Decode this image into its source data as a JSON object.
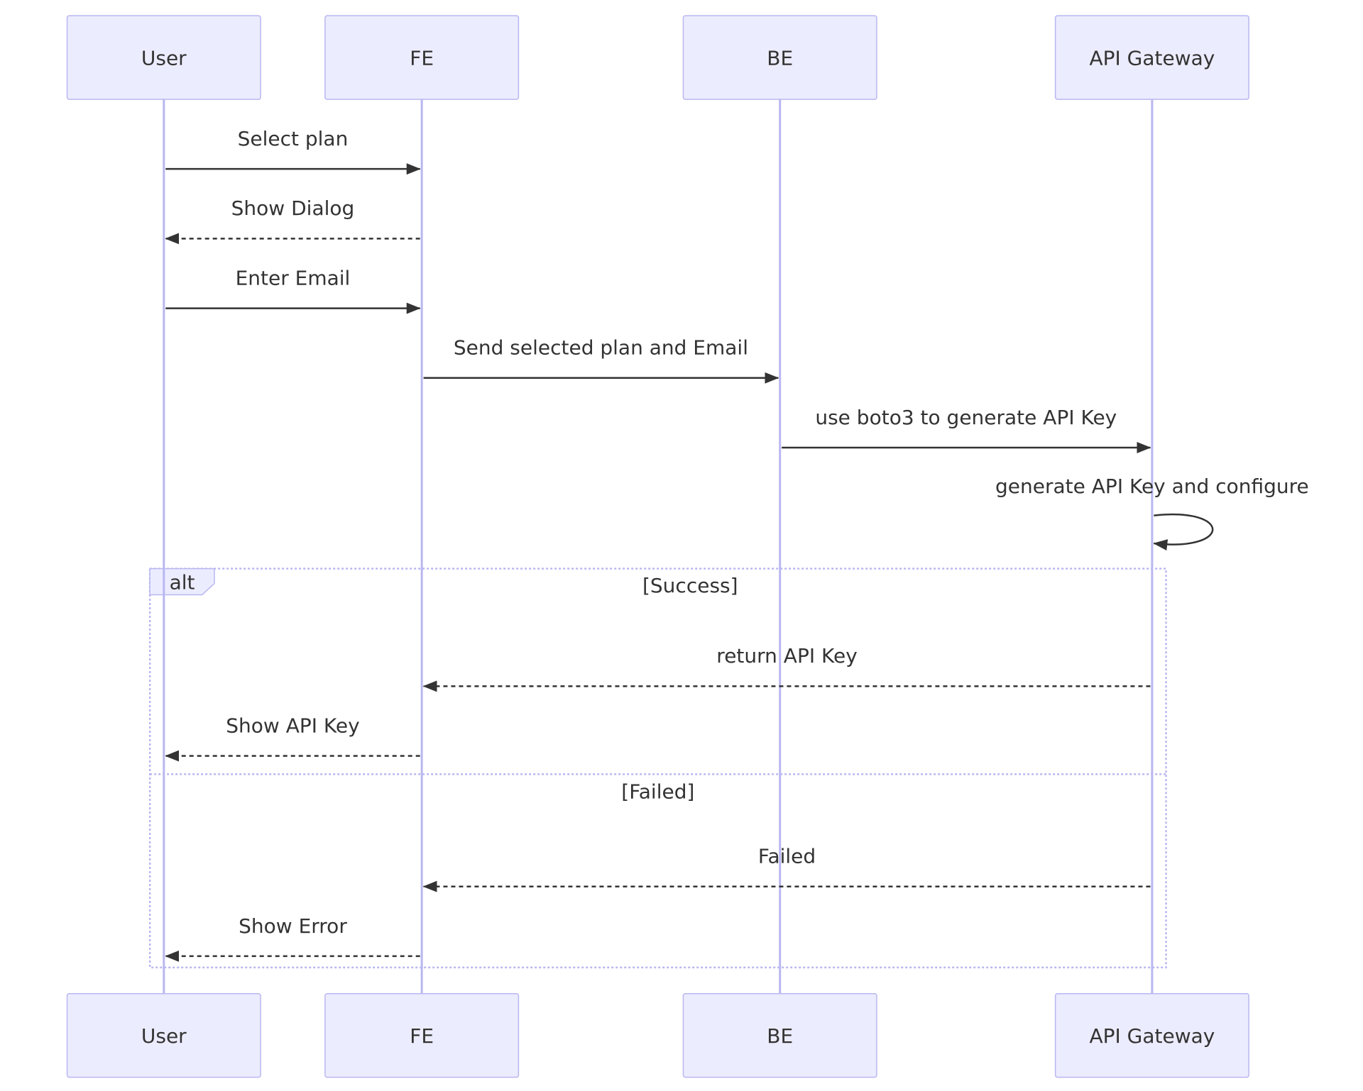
{
  "participants": [
    {
      "id": "user",
      "label": "User"
    },
    {
      "id": "fe",
      "label": "FE"
    },
    {
      "id": "be",
      "label": "BE"
    },
    {
      "id": "gw",
      "label": "API Gateway"
    }
  ],
  "messages": [
    {
      "from": "user",
      "to": "fe",
      "label": "Select plan",
      "style": "solid"
    },
    {
      "from": "fe",
      "to": "user",
      "label": "Show Dialog",
      "style": "dashed"
    },
    {
      "from": "user",
      "to": "fe",
      "label": "Enter Email",
      "style": "solid"
    },
    {
      "from": "fe",
      "to": "be",
      "label": "Send selected plan and Email",
      "style": "solid"
    },
    {
      "from": "be",
      "to": "gw",
      "label": "use boto3 to generate API Key",
      "style": "solid"
    },
    {
      "from": "gw",
      "to": "gw",
      "label": "generate API Key and configure",
      "style": "solid"
    },
    {
      "from": "gw",
      "to": "fe",
      "label": "return API Key",
      "style": "dashed"
    },
    {
      "from": "fe",
      "to": "user",
      "label": "Show API Key",
      "style": "dashed"
    },
    {
      "from": "gw",
      "to": "fe",
      "label": "Failed",
      "style": "dashed"
    },
    {
      "from": "fe",
      "to": "user",
      "label": "Show Error",
      "style": "dashed"
    }
  ],
  "alt_block": {
    "tag": "alt",
    "sections": [
      {
        "condition": "[Success]",
        "messages": [
          6,
          7
        ]
      },
      {
        "condition": "[Failed]",
        "messages": [
          8,
          9
        ]
      }
    ]
  },
  "colors": {
    "actor_fill": "#ECECFF",
    "actor_stroke": "#B9B7F0",
    "line": "#333333",
    "text": "#333333"
  }
}
